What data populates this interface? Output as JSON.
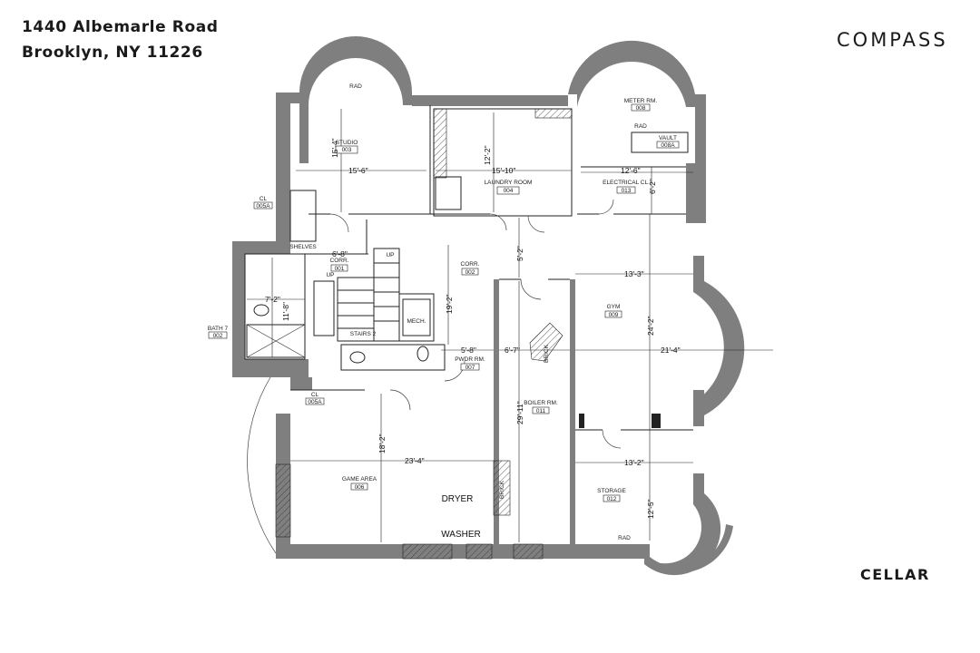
{
  "header": {
    "address_line1": "1440 Albemarle Road",
    "address_line2": "Brooklyn, NY 11226",
    "brand": "COMPASS",
    "floor": "CELLAR"
  },
  "rooms": [
    {
      "name": "STUDIO",
      "code": "003"
    },
    {
      "name": "LAUNDRY ROOM",
      "code": "004"
    },
    {
      "name": "METER RM.",
      "code": "008"
    },
    {
      "name": "VAULT",
      "code": "008A"
    },
    {
      "name": "ELECTRICAL CL.",
      "code": "013"
    },
    {
      "name": "CL",
      "code": "005A"
    },
    {
      "name": "CORR.",
      "code": "001"
    },
    {
      "name": "CORR.",
      "code": "002"
    },
    {
      "name": "BATH 7",
      "code": "002"
    },
    {
      "name": "STAIRS 2",
      "code": ""
    },
    {
      "name": "MECH.",
      "code": ""
    },
    {
      "name": "PWDR RM.",
      "code": "007"
    },
    {
      "name": "CL",
      "code": "005A"
    },
    {
      "name": "GYM",
      "code": "009"
    },
    {
      "name": "BOILER RM.",
      "code": "011"
    },
    {
      "name": "STORAGE",
      "code": "012"
    },
    {
      "name": "GAME AREA",
      "code": "006"
    }
  ],
  "labels": {
    "dryer": "DRYER",
    "washer": "WASHER",
    "brick": "BRICK",
    "rad": "RAD",
    "up": "UP",
    "shelves": "SHELVES"
  },
  "dimensions": {
    "studio_h": "15'-4\"",
    "studio_w": "15'-6\"",
    "laundry_h": "12'-2\"",
    "laundry_w": "15'-10\"",
    "electrical_w": "12'-6\"",
    "electrical_h": "6'-2\"",
    "corr1_w": "6'-8\"",
    "bath_w": "7'-2\"",
    "bath_h": "11'-8\"",
    "corr2_h": "5'-2\"",
    "corr2_v": "19'-2\"",
    "gym_w_top": "13'-3\"",
    "gym_h": "24'-2\"",
    "gym_w": "21'-4\"",
    "pwdr_w": "5'-8\"",
    "boiler_w": "6'-7\"",
    "boiler_h": "29'-11\"",
    "game_h": "18'-2\"",
    "game_w": "23'-4\"",
    "storage_w": "13'-2\"",
    "storage_h": "12'-5\""
  }
}
